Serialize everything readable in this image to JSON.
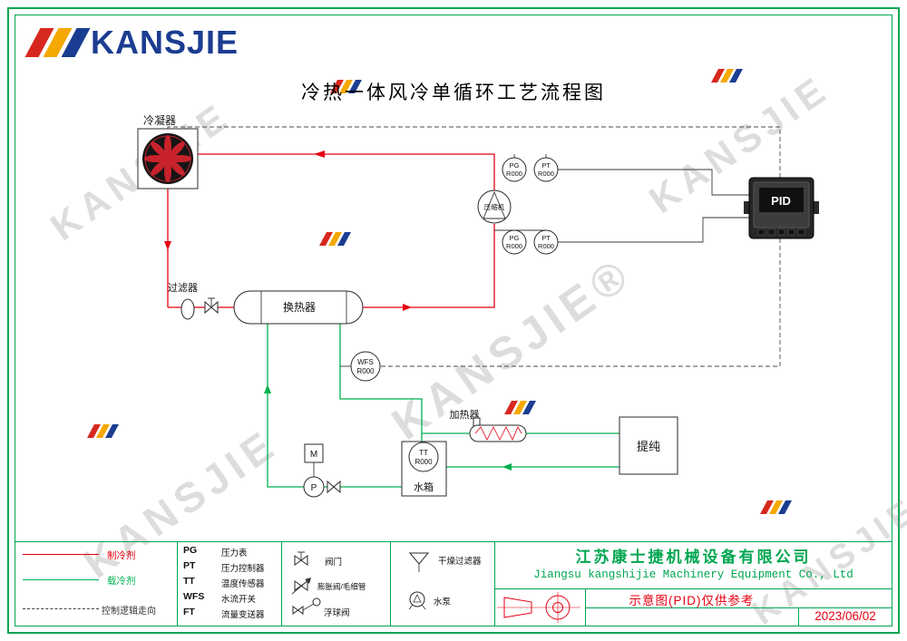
{
  "page": {
    "logo_text": "KANSJIE",
    "watermark_text": "KANSJIE",
    "watermark_text_registered": "KANSJIE®",
    "title": "冷热一体风冷单循环工艺流程图"
  },
  "diagram": {
    "condenser": "冷凝器",
    "filter": "过滤器",
    "heat_exchanger": "换热器",
    "compressor": "压缩机",
    "heater": "加热器",
    "water_tank": "水箱",
    "purification": "提纯",
    "motor": "M",
    "pump": "P",
    "pid": "PID",
    "instruments": {
      "pg_discharge": {
        "tag": "PG",
        "id": "R000"
      },
      "pt_discharge": {
        "tag": "PT",
        "id": "R000"
      },
      "pg_suction": {
        "tag": "PG",
        "id": "R000"
      },
      "pt_suction": {
        "tag": "PT",
        "id": "R000"
      },
      "wfs": {
        "tag": "WFS",
        "id": "R000"
      },
      "tt": {
        "tag": "TT",
        "id": "R000"
      }
    }
  },
  "legend": {
    "line_types": [
      {
        "label": "制冷剂",
        "color": "#e60012",
        "style": "solid"
      },
      {
        "label": "载冷剂",
        "color": "#00b050",
        "style": "solid"
      },
      {
        "label": "控制逻辑走向",
        "color": "#404040",
        "style": "dashed"
      }
    ],
    "abbreviations": [
      {
        "abbr": "PG",
        "desc": "压力表"
      },
      {
        "abbr": "PT",
        "desc": "压力控制器"
      },
      {
        "abbr": "TT",
        "desc": "温度传感器"
      },
      {
        "abbr": "WFS",
        "desc": "水流开关"
      },
      {
        "abbr": "FT",
        "desc": "流量变送器"
      }
    ],
    "valve_symbols": [
      {
        "icon": "valve-icon",
        "label": "阀门"
      },
      {
        "icon": "expansion-valve-icon",
        "label": "膨胀阀/毛细管"
      },
      {
        "icon": "float-valve-icon",
        "label": "浮球阀"
      }
    ],
    "equipment_symbols": [
      {
        "icon": "drying-filter-icon",
        "label": "干燥过滤器"
      },
      {
        "icon": "water-pump-icon",
        "label": "水泵"
      }
    ]
  },
  "title_block": {
    "company_cn": "江苏康士捷机械设备有限公司",
    "company_en": "Jiangsu kangshijie Machinery Equipment Co., Ltd",
    "note": "示意图(PID)仅供参考",
    "date": "2023/06/02"
  },
  "colors": {
    "frame_green": "#00a651",
    "refrigerant_red": "#e60012",
    "coolant_green": "#00b050",
    "logo_blue": "#1b3d91"
  }
}
